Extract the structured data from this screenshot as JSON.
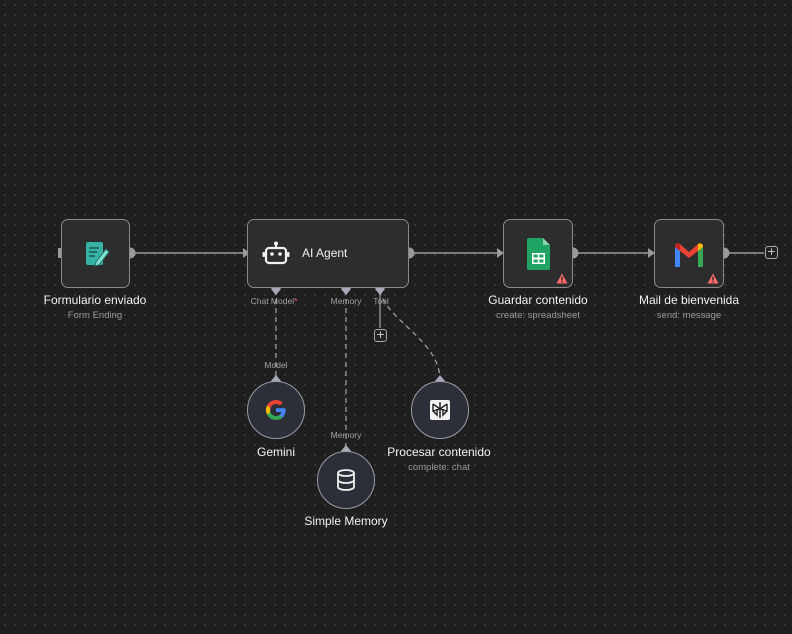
{
  "nodes": {
    "form": {
      "title": "Formulario enviado",
      "subtitle": "Form Ending",
      "icon": "form-edit-icon"
    },
    "agent": {
      "title": "AI Agent",
      "icon": "robot-icon"
    },
    "sheets": {
      "title": "Guardar contenido",
      "subtitle": "create: spreadsheet",
      "icon": "google-sheets-icon",
      "warning": true
    },
    "gmail": {
      "title": "Mail de bienvenida",
      "subtitle": "send: message",
      "icon": "gmail-icon",
      "warning": true
    },
    "gemini": {
      "title": "Gemini",
      "icon": "google-g-icon"
    },
    "memory": {
      "title": "Simple Memory",
      "icon": "database-icon"
    },
    "process": {
      "title": "Procesar contenido",
      "subtitle": "complete: chat",
      "icon": "perplexity-icon"
    }
  },
  "ports": {
    "chat_model": "Chat Model",
    "chat_model_required": "*",
    "memory": "Memory",
    "tool": "Tool",
    "model_in": "Model",
    "memory_in": "Memory"
  },
  "colors": {
    "canvas": "#1f1f1f",
    "node_bg": "#2d2d2d",
    "node_border": "#8a8a8a",
    "form_teal": "#36b3a4",
    "sheets_green": "#1fa463",
    "warning_red": "#ff6b6b",
    "required_red": "#ff6b6b"
  }
}
